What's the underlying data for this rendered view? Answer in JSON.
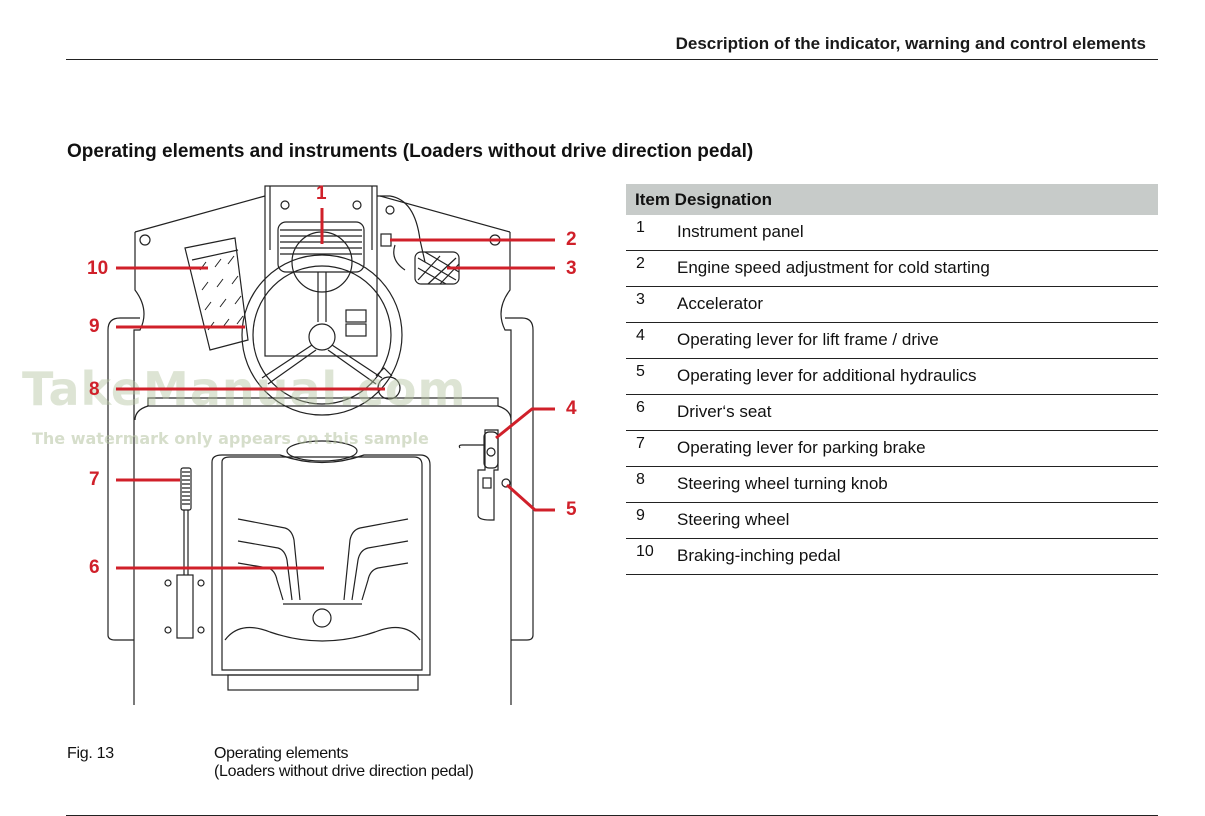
{
  "header": {
    "title": "Description of the indicator, warning and control elements"
  },
  "section": {
    "title": "Operating elements and instruments (Loaders without drive direction pedal)"
  },
  "table": {
    "header": "Item Designation",
    "rows": [
      {
        "item": "1",
        "designation": "Instrument panel"
      },
      {
        "item": "2",
        "designation": "Engine speed adjustment for cold starting"
      },
      {
        "item": "3",
        "designation": "Accelerator"
      },
      {
        "item": "4",
        "designation": "Operating lever for lift frame / drive"
      },
      {
        "item": "5",
        "designation": "Operating lever for additional hydraulics"
      },
      {
        "item": "6",
        "designation": "Driver‘s seat"
      },
      {
        "item": "7",
        "designation": "Operating lever for parking brake"
      },
      {
        "item": "8",
        "designation": "Steering wheel turning knob"
      },
      {
        "item": "9",
        "designation": "Steering wheel"
      },
      {
        "item": "10",
        "designation": "Braking-inching pedal"
      }
    ]
  },
  "diagram": {
    "callouts": [
      "1",
      "2",
      "3",
      "4",
      "5",
      "6",
      "7",
      "8",
      "9",
      "10"
    ],
    "callout_color": "#d0202a",
    "watermark": "TakeManual.com",
    "watermark_note": "The watermark only appears on this sample"
  },
  "figure": {
    "label": "Fig. 13",
    "caption_line1": "Operating elements",
    "caption_line2": "(Loaders without drive direction pedal)"
  }
}
